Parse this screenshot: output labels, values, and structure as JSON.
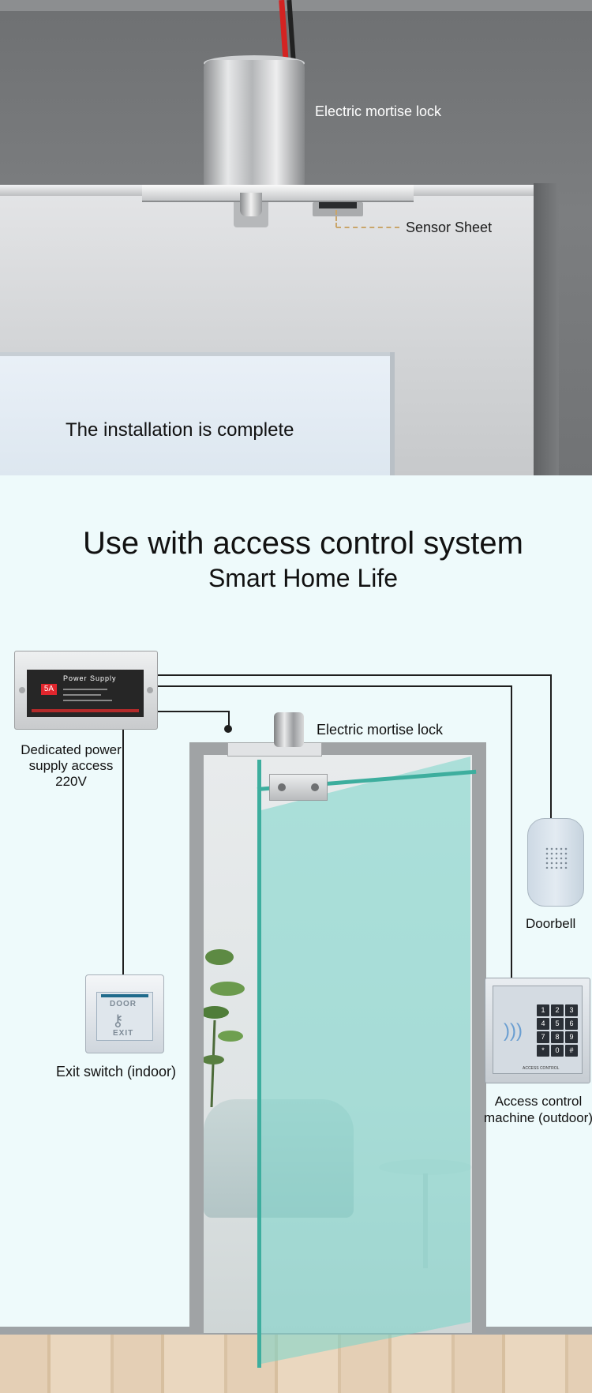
{
  "top_panel": {
    "lock_label": "Electric mortise lock",
    "sensor_label": "Sensor Sheet",
    "complete_text": "The installation is complete"
  },
  "system": {
    "headline": "Use with access control system",
    "subheadline": "Smart Home Life",
    "lock_label": "Electric mortise lock",
    "psu_label": "Dedicated power supply access 220V",
    "doorbell_label": "Doorbell",
    "exit_label": "Exit switch (indoor)",
    "access_label": "Access control machine (outdoor)"
  },
  "devices": {
    "psu_title": "Power  Supply",
    "psu_badge": "5A",
    "exit_word_top": "DOOR",
    "exit_word_bottom": "EXIT",
    "keypad_keys": [
      "1",
      "2",
      "3",
      "4",
      "5",
      "6",
      "7",
      "8",
      "9",
      "*",
      "0",
      "#"
    ],
    "access_brand": "ACCESS CONTROL"
  },
  "colors": {
    "background": "#eefafb",
    "glass": "#78d6cb",
    "wire": "#1e1e1e",
    "psu_badge": "#e1262d"
  }
}
